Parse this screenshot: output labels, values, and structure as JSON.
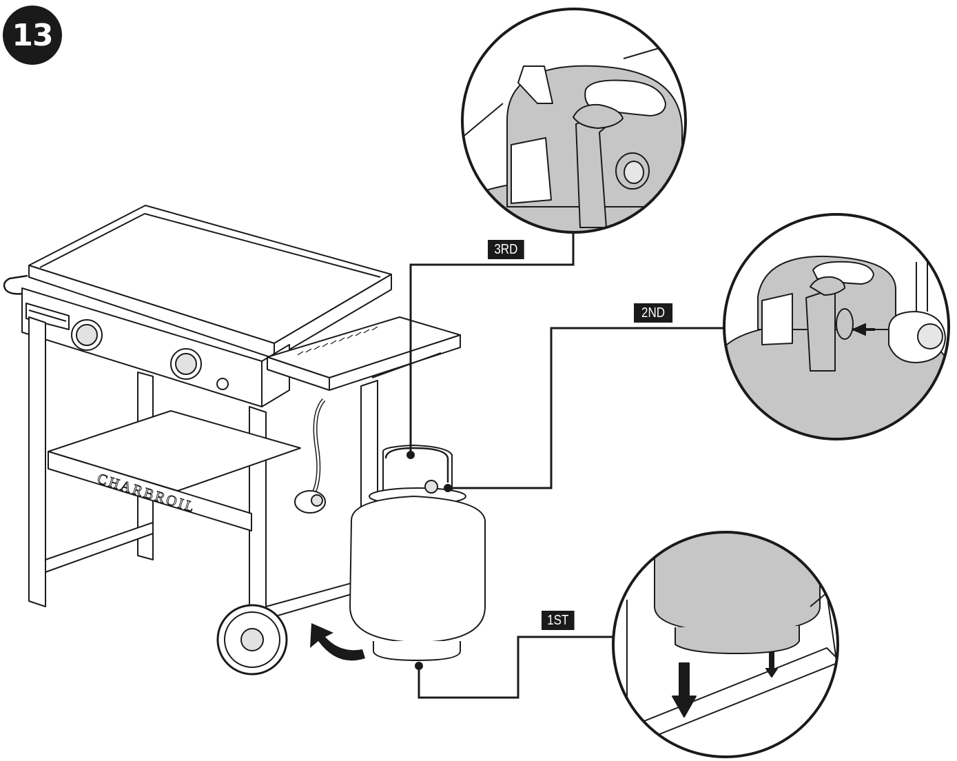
{
  "step": {
    "number": "13"
  },
  "callouts": {
    "first": "1ST",
    "second": "2ND",
    "third": "3RD"
  },
  "brand": {
    "label": "CHARBROIL"
  },
  "colors": {
    "ink": "#1a1a1a",
    "fill": "#c6c6c6",
    "paper": "#ffffff"
  }
}
